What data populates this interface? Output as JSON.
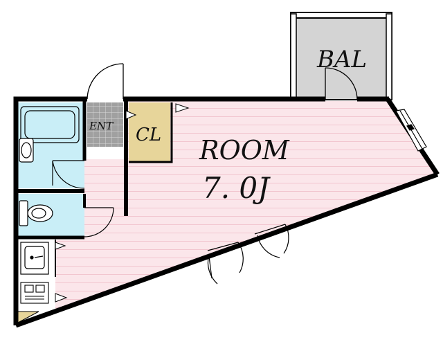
{
  "labels": {
    "balcony": "BAL",
    "entrance": "ENT",
    "closet": "CL",
    "room": "ROOM",
    "room_size": "7. 0J"
  },
  "colors": {
    "wall": "#000000",
    "room_floor": "#fbe6ea",
    "room_stripe": "#f3c9d2",
    "wet_area": "#c9eef7",
    "closet": "#e7d59a",
    "balcony": "#d4d4d4",
    "entrance_tile": "#9a9a9a"
  }
}
